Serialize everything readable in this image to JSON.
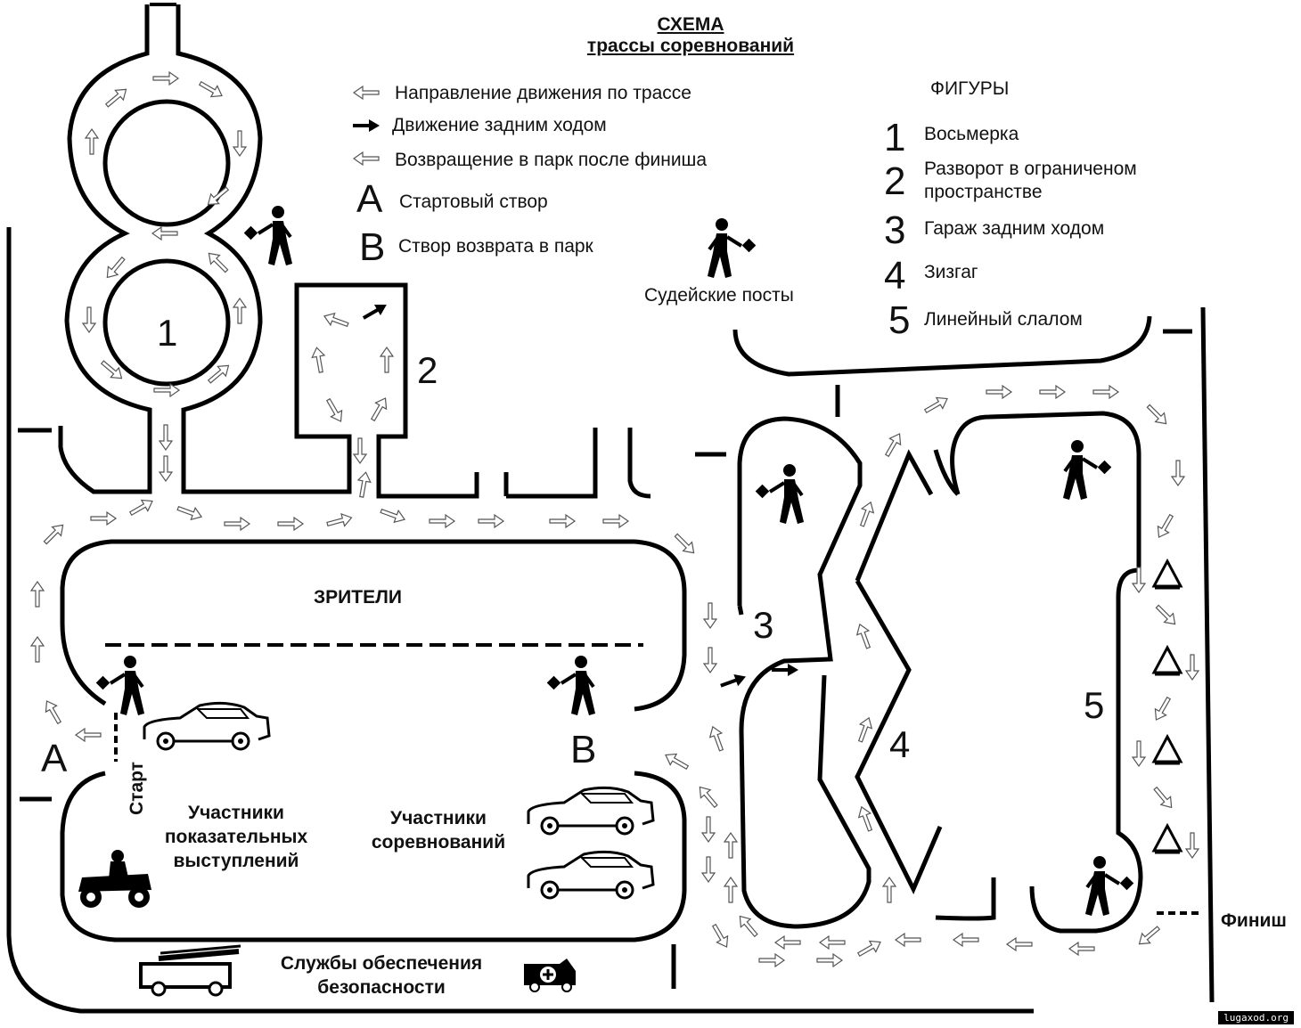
{
  "title": {
    "line1": "СХЕМА",
    "line2": "трассы соревнований"
  },
  "legend": {
    "direction": "Направление движения по трассе",
    "reverse": "Движение задним ходом",
    "return": "Возвращение в парк после финиша",
    "a_letter": "A",
    "a_label": "Стартовый створ",
    "b_letter": "B",
    "b_label": "Створ возврата в парк",
    "judges": "Судейские посты"
  },
  "figures": {
    "heading": "ФИГУРЫ",
    "items": [
      {
        "num": "1",
        "label": "Восьмерка"
      },
      {
        "num": "2",
        "label": "Разворот в ограниченом пространстве"
      },
      {
        "num": "3",
        "label": "Гараж задним ходом"
      },
      {
        "num": "4",
        "label": "Зизгаг"
      },
      {
        "num": "5",
        "label": "Линейный слалом"
      }
    ]
  },
  "map": {
    "spectators": "ЗРИТЕЛИ",
    "start": "Старт",
    "finish": "Финиш",
    "gate_a": "A",
    "gate_b": "B",
    "exhibition": "Участники показательных выступлений",
    "competitors": "Участники соревнований",
    "safety": "Службы обеспечения безопасности",
    "fig_numbers": [
      "1",
      "2",
      "3",
      "4",
      "5"
    ]
  },
  "watermark": "lugaxod.org"
}
